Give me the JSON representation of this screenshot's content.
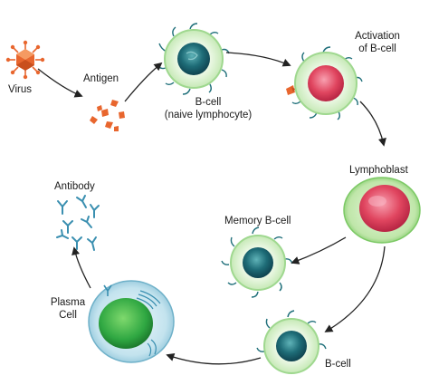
{
  "labels": {
    "virus": "Virus",
    "antigen": "Antigen",
    "bcell_naive_line1": "B-cell",
    "bcell_naive_line2": "(naive lymphocyte)",
    "activation_line1": "Activation",
    "activation_line2": "of B-cell",
    "lymphoblast": "Lymphoblast",
    "memory_bcell": "Memory B-cell",
    "bcell": "B-cell",
    "plasma_line1": "Plasma",
    "plasma_line2": "Cell",
    "antibody": "Antibody"
  },
  "colors": {
    "virus": "#e8662e",
    "antigen": "#e8662e",
    "cell_membrane": "#9fd88f",
    "cell_halo": "#d9f1cf",
    "cell_nucleus": "#1f6f7a",
    "activated_nucleus": "#e0455f",
    "plasma_cytoplasm": "#c7e6f0",
    "plasma_nucleus": "#2fa742",
    "antibody": "#3a8fb0",
    "arrow": "#222222"
  }
}
